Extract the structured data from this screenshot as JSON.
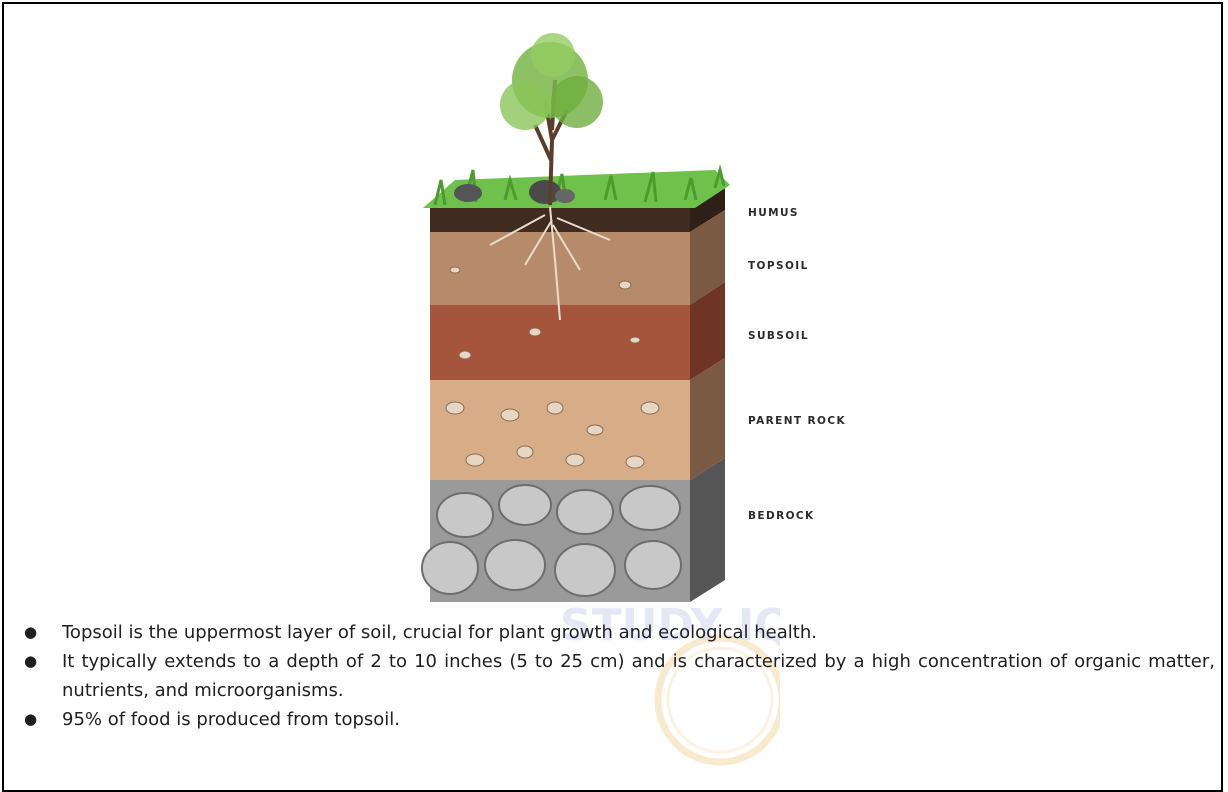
{
  "figure": {
    "labels": {
      "humus": "HUMUS",
      "topsoil": "TOPSOIL",
      "subsoil": "SUBSOIL",
      "parent_rock": "PARENT ROCK",
      "bedrock": "BEDROCK"
    },
    "colors": {
      "humus": "#3d2a1e",
      "topsoil": "#b48a6a",
      "subsoil": "#a4543a",
      "parent_rock": "#d8b08a",
      "bedrock": "#8e8e8e",
      "grass": "#6cc04a"
    }
  },
  "bullets": [
    {
      "symbol": "●",
      "text": "Topsoil is the uppermost layer of soil, crucial for plant growth and ecological health."
    },
    {
      "symbol": "●",
      "text": "It typically extends to a depth of 2 to 10 inches (5 to 25 cm) and is characterized by a high concentration of organic matter, nutrients, and microorganisms."
    },
    {
      "symbol": "●",
      "text": "95% of food is produced from topsoil."
    }
  ],
  "watermark": {
    "text": "STUDY IQ"
  }
}
